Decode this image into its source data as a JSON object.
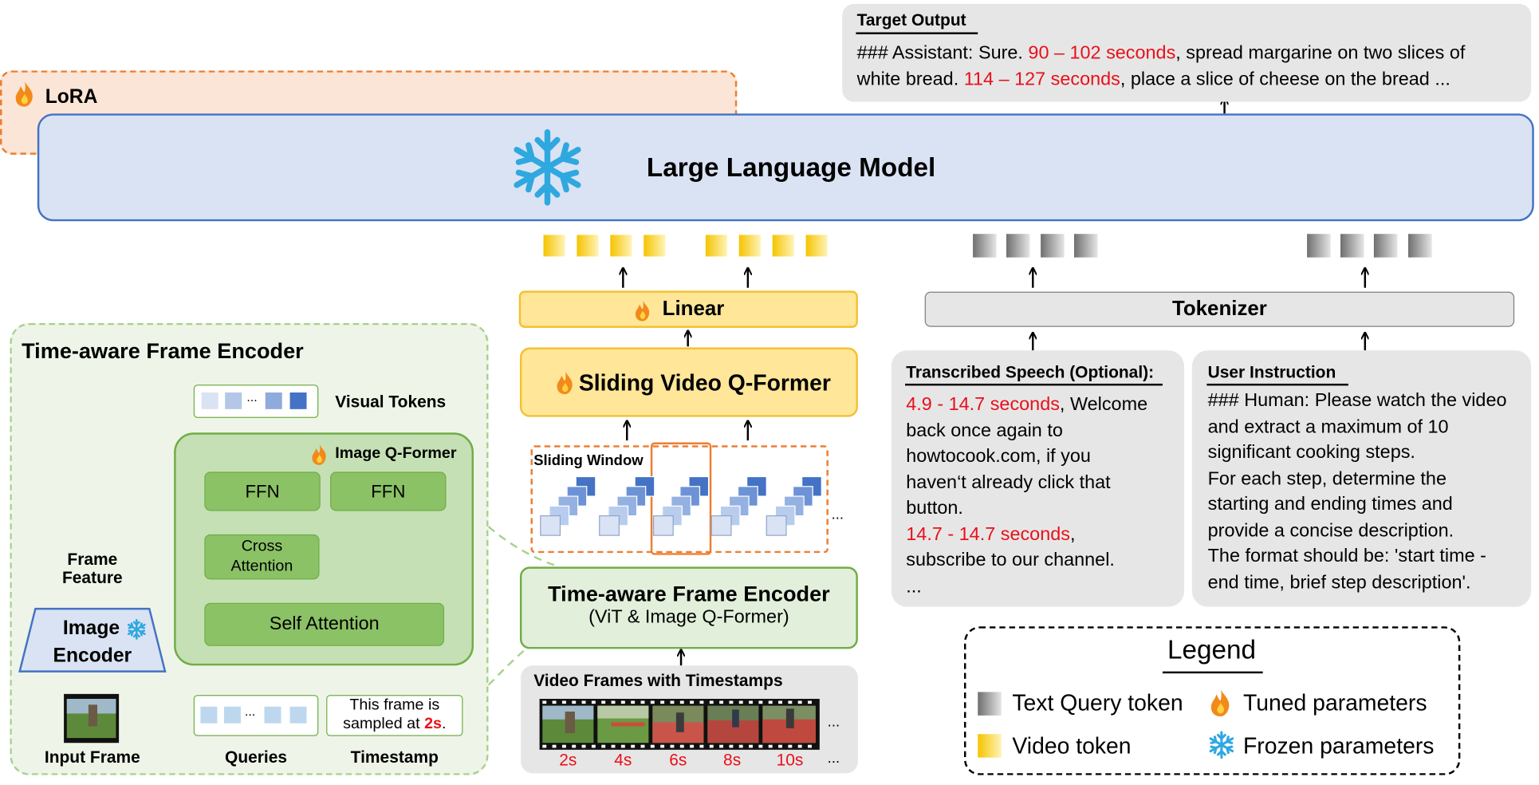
{
  "target_output": {
    "title": "Target Output",
    "line1_a": "### Assistant: Sure. ",
    "line1_red": "90 – 102 seconds",
    "line1_b": ", spread margarine on two slices of",
    "line2_a": "white bread. ",
    "line2_red": "114 – 127 seconds",
    "line2_b": ",  place a slice of cheese on the bread ..."
  },
  "lora": {
    "label": "LoRA"
  },
  "llm": {
    "label": "Large Language Model"
  },
  "linear": {
    "label": "Linear"
  },
  "sliding_qformer": {
    "label": "Sliding Video Q-Former"
  },
  "sliding_window": {
    "label": "Sliding Window",
    "ellipsis": "..."
  },
  "tafe_box": {
    "title": "Time-aware Frame Encoder",
    "subtitle": "(ViT & Image Q-Former)"
  },
  "video_frames": {
    "title": "Video Frames with Timestamps",
    "timestamps": [
      "2s",
      "4s",
      "6s",
      "8s",
      "10s"
    ],
    "ellipsis": "..."
  },
  "tokenizer": {
    "label": "Tokenizer"
  },
  "transcribed": {
    "title": "Transcribed Speech (Optional):",
    "l1_red": "4.9 - 14.7 seconds",
    "l1_b": ", Welcome",
    "l2": "back once again to",
    "l3": "howtocook.com, if you",
    "l4": "haven‘t already click that",
    "l5": "button.",
    "l6_red": "14.7 - 14.7 seconds",
    "l6_b": ",",
    "l7": "subscribe to our channel.",
    "l8": "..."
  },
  "user_instruction": {
    "title": "User Instruction",
    "lines": [
      "### Human: Please watch the video",
      "and extract a maximum of 10",
      "significant cooking steps.",
      "For each step, determine the",
      "starting and ending times and",
      "provide a concise description.",
      "The format should be: 'start time -",
      "end time, brief step description'."
    ]
  },
  "legend": {
    "title": "Legend",
    "text_query": "Text Query token",
    "video_token": "Video token",
    "tuned": "Tuned parameters",
    "frozen": "Frozen parameters"
  },
  "encoder_detail": {
    "title": "Time-aware Frame Encoder",
    "visual_tokens": "Visual Tokens",
    "token_ellipsis": "...",
    "image_qformer": "Image Q-Former",
    "ffn": "FFN",
    "cross_attention_1": "Cross",
    "cross_attention_2": "Attention",
    "self_attention": "Self Attention",
    "frame_feature_1": "Frame",
    "frame_feature_2": "Feature",
    "image_encoder_1": "Image",
    "image_encoder_2": "Encoder",
    "input_frame": "Input Frame",
    "queries": "Queries",
    "timestamp": "Timestamp",
    "ts_text_1": "This frame is",
    "ts_text_2a": "sampled at ",
    "ts_text_2red": "2s",
    "ts_text_2b": "."
  },
  "colors": {
    "lora_fill": "#fbe5d6",
    "lora_border": "#ed7d31",
    "llm_fill": "#dae3f3",
    "llm_border": "#4472c4",
    "yellow_fill": "#fff2cc",
    "yellow_border": "#f2c232",
    "green_fill": "#e2efda",
    "green_border": "#70ad47",
    "gray_fill": "#e7e6e6",
    "red": "#e8101a"
  }
}
